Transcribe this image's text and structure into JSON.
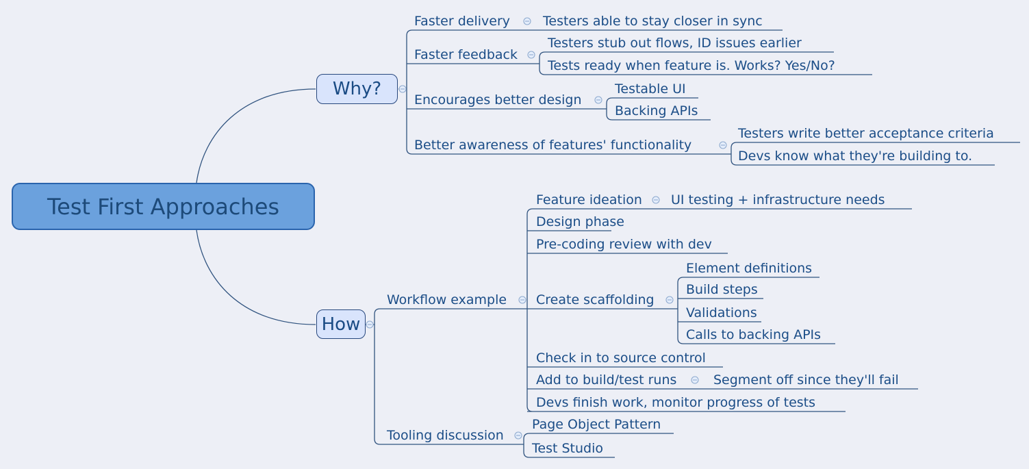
{
  "app": {
    "type": "mind-map",
    "fold_indicator_icon": "minus-circle-icon"
  },
  "theme": {
    "background": "#edeff6",
    "edge_color": "#30537f",
    "root_node": {
      "fill": "#6ba1dd",
      "border": "#2a64ad",
      "text_color": "#1d4a79"
    },
    "branch_node": {
      "fill": "#d9e4fc",
      "border": "#27477d",
      "text_color": "#1a4b84"
    },
    "leaf_text_color": "#1b4d87",
    "fold_icon": {
      "fill": "#e4edfb",
      "border": "#90abcf"
    }
  },
  "map": {
    "root": {
      "label": "Test First Approaches",
      "children": [
        {
          "label": "Why?",
          "children": [
            {
              "label": "Faster delivery",
              "children": [
                {
                  "label": "Testers able to stay closer in sync"
                }
              ]
            },
            {
              "label": "Faster feedback",
              "children": [
                {
                  "label": "Testers stub out flows, ID issues earlier"
                },
                {
                  "label": "Tests ready when feature is. Works? Yes/No?"
                }
              ]
            },
            {
              "label": "Encourages better design",
              "children": [
                {
                  "label": "Testable UI"
                },
                {
                  "label": "Backing APIs"
                }
              ]
            },
            {
              "label": "Better awareness of features' functionality",
              "children": [
                {
                  "label": "Testers write better acceptance criteria"
                },
                {
                  "label": "Devs know what they're building to."
                }
              ]
            }
          ]
        },
        {
          "label": "How",
          "children": [
            {
              "label": "Workflow example",
              "children": [
                {
                  "label": "Feature ideation",
                  "children": [
                    {
                      "label": "UI testing + infrastructure needs"
                    }
                  ]
                },
                {
                  "label": "Design phase"
                },
                {
                  "label": "Pre-coding review with dev"
                },
                {
                  "label": "Create scaffolding",
                  "children": [
                    {
                      "label": "Element definitions"
                    },
                    {
                      "label": "Build steps"
                    },
                    {
                      "label": "Validations"
                    },
                    {
                      "label": "Calls to backing APIs"
                    }
                  ]
                },
                {
                  "label": "Check in to source control"
                },
                {
                  "label": "Add to build/test runs",
                  "children": [
                    {
                      "label": "Segment off since they'll fail"
                    }
                  ]
                },
                {
                  "label": "Devs finish work, monitor progress of tests"
                }
              ]
            },
            {
              "label": "Tooling discussion",
              "children": [
                {
                  "label": "Page Object Pattern"
                },
                {
                  "label": "Test Studio"
                }
              ]
            }
          ]
        }
      ]
    }
  }
}
